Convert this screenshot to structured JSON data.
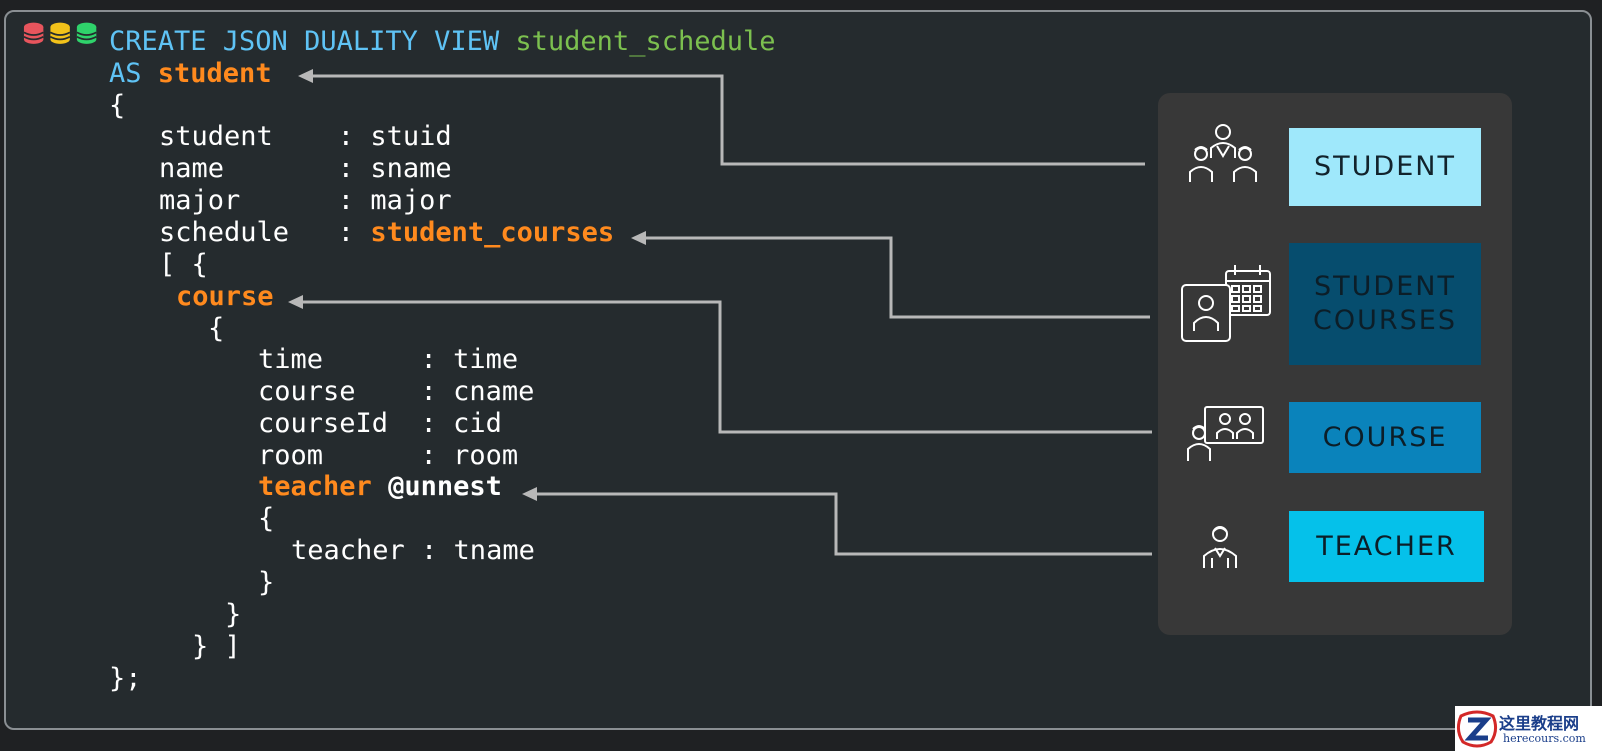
{
  "colors": {
    "background": "#252b2e",
    "keyword": "#5fc3f5",
    "view_name": "#7cc04f",
    "highlight": "#ff8a1e",
    "panel": "#383838",
    "arrow": "#b8b8b8"
  },
  "code": {
    "create_kw": "CREATE JSON DUALITY VIEW",
    "view_name": "student_schedule",
    "as_kw": "AS",
    "root_table": "student",
    "open_root": "{",
    "f_student": "student    : stuid",
    "f_name": "name       : sname",
    "f_major": "major      : major",
    "f_schedule_key": "schedule   :",
    "f_schedule_val": "student_courses",
    "open_array": "[ {",
    "course_table": "course",
    "open_course": "{",
    "f_time": "time      : time",
    "f_course": "course    : cname",
    "f_courseid": "courseId  : cid",
    "f_room": "room      : room",
    "teacher_table": "teacher",
    "unnest": "@unnest",
    "open_teacher": "{",
    "f_teacher": "teacher : tname",
    "close_teacher": "}",
    "close_course": "}",
    "close_array": "} ]",
    "close_root": "};"
  },
  "entities": [
    {
      "label": "STUDENT",
      "icon": "group-of-people-icon",
      "bg": "#9fe8fb",
      "fg": "#12232c"
    },
    {
      "label": "STUDENT\nCOURSES",
      "icon": "student-calendar-icon",
      "bg": "#064d6e",
      "fg": "#0c1e28"
    },
    {
      "label": "COURSE",
      "icon": "classroom-presentation-icon",
      "bg": "#0a83bb",
      "fg": "#0c1e28"
    },
    {
      "label": "TEACHER",
      "icon": "teacher-icon",
      "bg": "#05c1ea",
      "fg": "#0c1e28"
    }
  ],
  "watermark": {
    "title": "这里教程网",
    "url": "herecours.com"
  }
}
